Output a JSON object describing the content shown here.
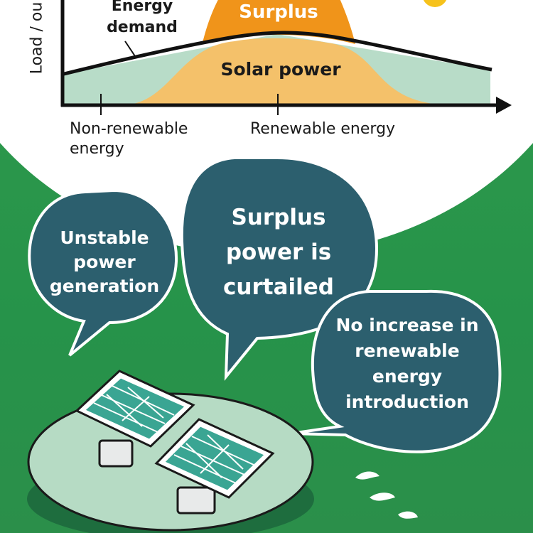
{
  "colors": {
    "background_green": "#2b9a4f",
    "circle_white": "#ffffff",
    "surplus_orange": "#f0941a",
    "solar_yellow": "#f4c16a",
    "nonrenewable_mint": "#b8dcc8",
    "demand_line": "#111111",
    "bubble_teal": "#2c5f6e",
    "panel_teal": "#3aa593",
    "platform": "#b6dbc4"
  },
  "chart": {
    "y_axis_label": "Load / ou",
    "energy_demand_label": "Energy demand",
    "surplus_label": "Surplus",
    "solar_power_label": "Solar power",
    "non_renewable_label": "Non-renewable energy",
    "renewable_label": "Renewable energy"
  },
  "bubbles": {
    "left": "Unstable power generation",
    "center": "Surplus power is curtailed",
    "right": "No increase in renewable energy introduction"
  }
}
